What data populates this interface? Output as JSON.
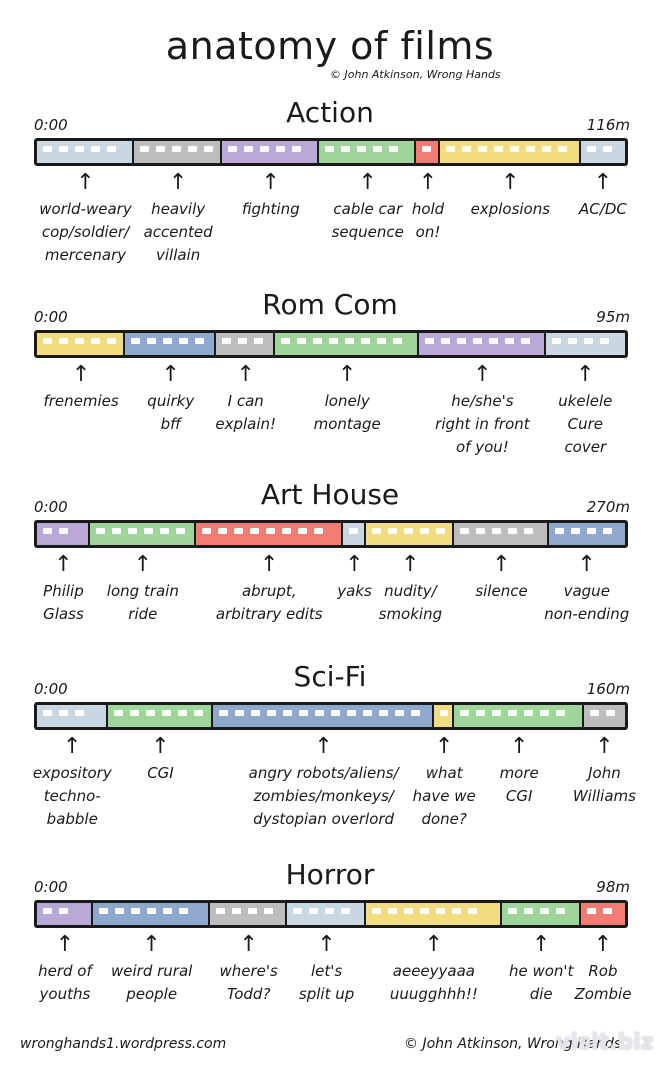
{
  "title": "anatomy of films",
  "credit_top": "© John Atkinson, Wrong Hands",
  "colors": {
    "grey_blue": "#c9d7e2",
    "grey": "#bdbdbd",
    "purple": "#b9a9d9",
    "green": "#9fd59a",
    "red": "#f27b74",
    "yellow": "#f1dc80",
    "blue": "#8fa9cc"
  },
  "genres": [
    {
      "name": "Action",
      "start": "0:00",
      "end": "116m",
      "segments": [
        {
          "color": "grey_blue",
          "share": 0.165,
          "label": "world-weary\ncop/soldier/\nmercenary"
        },
        {
          "color": "grey",
          "share": 0.15,
          "label": "heavily\naccented\nvillain"
        },
        {
          "color": "purple",
          "share": 0.165,
          "label": "fighting"
        },
        {
          "color": "green",
          "share": 0.165,
          "label": "cable car\nsequence"
        },
        {
          "color": "red",
          "share": 0.04,
          "label": "hold\non!"
        },
        {
          "color": "yellow",
          "share": 0.24,
          "label": "explosions"
        },
        {
          "color": "grey_blue",
          "share": 0.075,
          "label": "AC/DC"
        }
      ]
    },
    {
      "name": "Rom Com",
      "start": "0:00",
      "end": "95m",
      "segments": [
        {
          "color": "yellow",
          "share": 0.15,
          "label": "frenemies"
        },
        {
          "color": "blue",
          "share": 0.155,
          "label": "quirky\nbff"
        },
        {
          "color": "grey",
          "share": 0.1,
          "label": "I can\nexplain!"
        },
        {
          "color": "green",
          "share": 0.245,
          "label": "lonely\nmontage"
        },
        {
          "color": "purple",
          "share": 0.215,
          "label": "he/she's\nright in front\nof you!"
        },
        {
          "color": "grey_blue",
          "share": 0.135,
          "label": "ukelele\nCure\ncover"
        }
      ]
    },
    {
      "name": "Art House",
      "start": "0:00",
      "end": "270m",
      "segments": [
        {
          "color": "purple",
          "share": 0.09,
          "label": "Philip\nGlass"
        },
        {
          "color": "green",
          "share": 0.18,
          "label": "long train\nride"
        },
        {
          "color": "red",
          "share": 0.25,
          "label": "abrupt,\narbitrary edits"
        },
        {
          "color": "grey_blue",
          "share": 0.04,
          "label": "yaks"
        },
        {
          "color": "yellow",
          "share": 0.15,
          "label": "nudity/\nsmoking"
        },
        {
          "color": "grey",
          "share": 0.16,
          "label": "silence"
        },
        {
          "color": "blue",
          "share": 0.13,
          "label": "vague\nnon-ending"
        }
      ]
    },
    {
      "name": "Sci-Fi",
      "start": "0:00",
      "end": "160m",
      "segments": [
        {
          "color": "grey_blue",
          "share": 0.12,
          "label": "expository\ntechno-\nbabble"
        },
        {
          "color": "green",
          "share": 0.18,
          "label": "CGI"
        },
        {
          "color": "blue",
          "share": 0.375,
          "label": "angry robots/aliens/\nzombies/monkeys/\ndystopian overlord"
        },
        {
          "color": "yellow",
          "share": 0.035,
          "label": "what\nhave we\ndone?"
        },
        {
          "color": "green",
          "share": 0.22,
          "label": "more\nCGI"
        },
        {
          "color": "grey",
          "share": 0.07,
          "label": "John\nWilliams"
        }
      ]
    },
    {
      "name": "Horror",
      "start": "0:00",
      "end": "98m",
      "segments": [
        {
          "color": "purple",
          "share": 0.095,
          "label": "herd of\nyouths"
        },
        {
          "color": "blue",
          "share": 0.2,
          "label": "weird rural\npeople"
        },
        {
          "color": "grey",
          "share": 0.13,
          "label": "where's\nTodd?"
        },
        {
          "color": "grey_blue",
          "share": 0.135,
          "label": "let's\nsplit up"
        },
        {
          "color": "yellow",
          "share": 0.23,
          "label": "aeeeyyaaa\nuuugghhh!!"
        },
        {
          "color": "green",
          "share": 0.135,
          "label": "he won't\ndie"
        },
        {
          "color": "red",
          "share": 0.075,
          "label": "Rob\nZombie"
        }
      ]
    }
  ],
  "footer": {
    "left": "wronghands1.wordpress.com",
    "right": "© John Atkinson, Wrong Hands"
  },
  "watermark": "visit.biz"
}
